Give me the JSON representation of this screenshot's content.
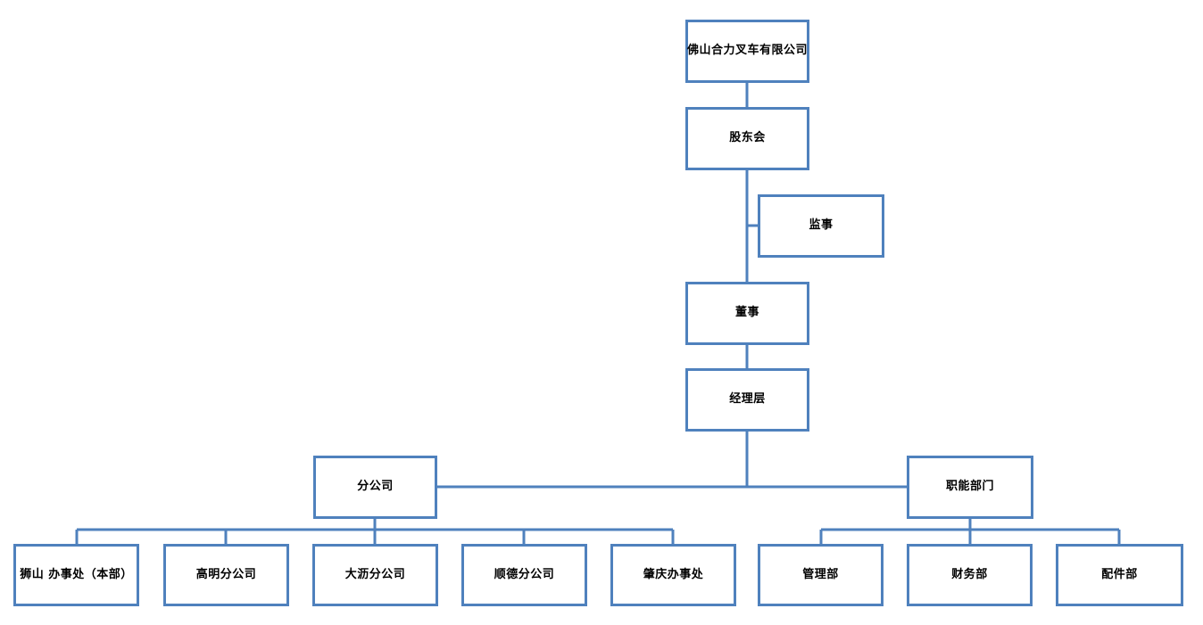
{
  "theme": {
    "border_color": "#4f81bd",
    "connector_color": "#4f81bd",
    "box_fill": "#ffffff",
    "text_color": "#000000",
    "page_background": "#ffffff"
  },
  "chart": {
    "type": "org-chart",
    "nodes": {
      "root": "佛山合力叉车有限公司",
      "shareholders": "股东会",
      "supervisor": "监事",
      "director": "董事",
      "management": "经理层",
      "branch_group": "分公司",
      "function_group": "职能部门"
    },
    "branch_children": [
      "狮山 办事处（本部）",
      "高明分公司",
      "大沥分公司",
      "顺德分公司",
      "肇庆办事处"
    ],
    "function_children": [
      "管理部",
      "财务部",
      "配件部"
    ]
  }
}
